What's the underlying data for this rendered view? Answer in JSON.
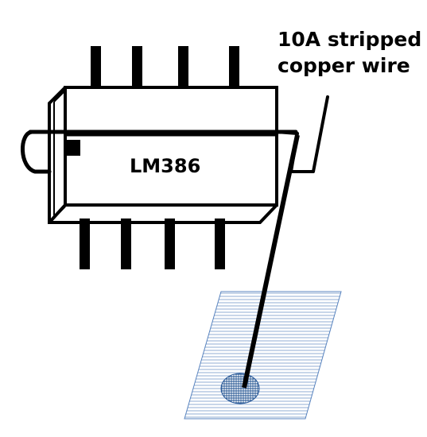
{
  "diagram": {
    "chip_label": "LM386",
    "wire_label_line1": "10A stripped",
    "wire_label_line2": "copper wire"
  },
  "colors": {
    "ink": "#000000",
    "pad_lines": "#3a6fb0",
    "background": "#ffffff"
  },
  "pins": {
    "top_count": 4,
    "bottom_count": 4
  }
}
